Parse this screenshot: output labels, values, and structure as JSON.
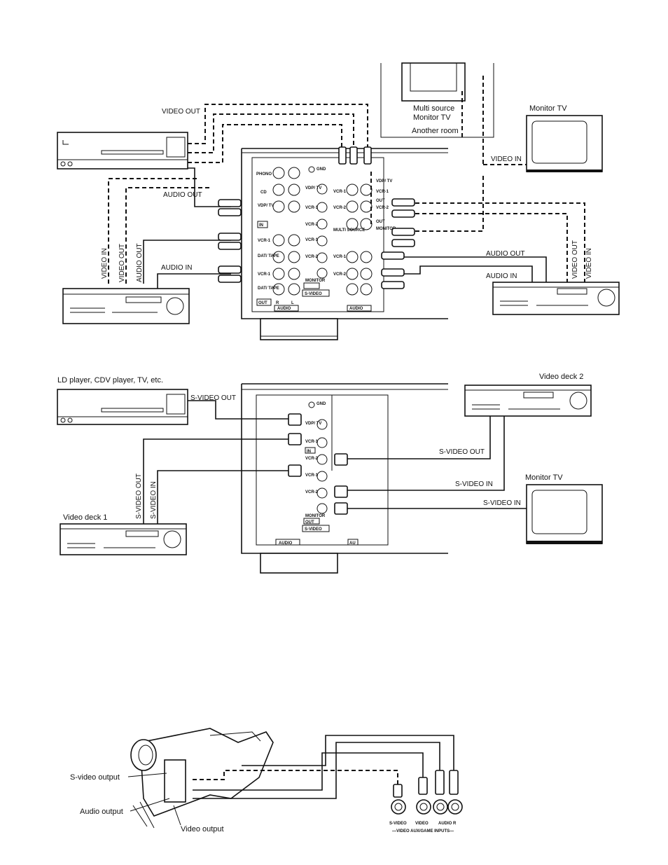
{
  "top_diagram": {
    "devices": {
      "multi_source_monitor": [
        "Multi source",
        "Monitor TV",
        "Another room"
      ],
      "monitor_tv": "Monitor TV"
    },
    "cable_labels": {
      "video_out": "VIDEO OUT",
      "audio_out": "AUDIO OUT",
      "video_in_right": "VIDEO IN",
      "video_in_vert": "VIDEO IN",
      "video_out_vert": "VIDEO OUT",
      "audio_out_vert": "AUDIO OUT",
      "audio_in_left": "AUDIO IN",
      "audio_out_right": "AUDIO OUT",
      "audio_in_right": "AUDIO IN",
      "video_out_vert_right": "VIDEO OUT",
      "video_in_vert_right": "VIDEO IN"
    },
    "panel": {
      "left_rows": [
        "PHONO",
        "CD",
        "VDP/ TV",
        "VCR-1",
        "DAT/ TAPE",
        "VCR-1",
        "DAT/ TAPE"
      ],
      "in_label": "IN",
      "out_label": "OUT",
      "r_label": "R",
      "l_label": "L",
      "audio_label": "AUDIO",
      "gnd": "GND",
      "svideo_rows": [
        "VDP/ TV",
        "VCR-1",
        "VCR-2",
        "VCR-1",
        "VCR-2",
        "MONITOR"
      ],
      "svideo_label": "S-VIDEO",
      "right_rows": [
        "VCR-1",
        "VCR-2",
        "VCR-1",
        "VCR-2",
        "MULTI SOURCE"
      ],
      "right_labels": [
        "VDP/ TV",
        "VCR-1",
        "OUT",
        "VCR-2",
        "OUT",
        "MONITOR"
      ],
      "right_audio": "AUDIO"
    }
  },
  "middle_diagram": {
    "devices": {
      "ld_player": "LD player, CDV player, TV, etc.",
      "video_deck_1": "Video deck 1",
      "video_deck_2": "Video deck 2",
      "monitor_tv": "Monitor TV"
    },
    "cable_labels": {
      "svideo_out_top": "S-VIDEO OUT",
      "svideo_out_vert": "S-VIDEO OUT",
      "svideo_in_vert": "S-VIDEO IN",
      "svideo_out_right": "S-VIDEO OUT",
      "svideo_in_right": "S-VIDEO IN",
      "svideo_in_monitor": "S-VIDEO IN"
    },
    "panel": {
      "gnd": "GND",
      "svideo_rows": [
        "VDP/ TV",
        "VCR-1",
        "VCR-2",
        "VCR-1",
        "VCR-2",
        "MONITOR"
      ],
      "in_label": "IN",
      "out_label": "OUT",
      "audio_label": "AUDIO",
      "svideo_label": "S-VIDEO",
      "au_label": "AU"
    }
  },
  "bottom_diagram": {
    "labels": {
      "svideo_output": "S-video output",
      "audio_output": "Audio output",
      "video_output": "Video output"
    },
    "jacks": {
      "svideo": "S-VIDEO",
      "video": "VIDEO",
      "audio": "AUDIO R",
      "caption": "—VIDEO AUX/GAME INPUTS—"
    }
  }
}
